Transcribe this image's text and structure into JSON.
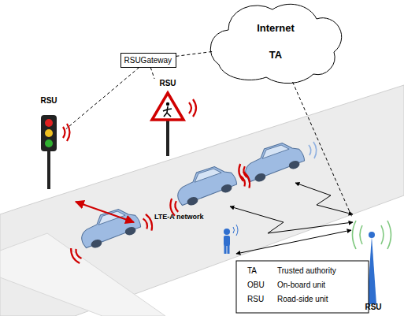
{
  "diagram": {
    "nodes": [
      {
        "text": [
          "Internet",
          "TA"
        ]
      },
      {
        "text": [
          "RSUGateway"
        ]
      },
      {
        "text": [
          "RSU"
        ]
      },
      {
        "text": [
          "RSU"
        ]
      },
      {
        "text": [
          "RSU"
        ]
      }
    ],
    "edges": [
      {
        "from": 1,
        "to": 0,
        "arrow": "none"
      },
      {
        "from": 1,
        "to": 2,
        "arrow": "none"
      },
      {
        "from": 1,
        "to": 3,
        "arrow": "none"
      },
      {
        "from": 0,
        "to": 4,
        "arrow": "none"
      }
    ],
    "labels": [
      "LTE-A network",
      "TA",
      "Trusted authority",
      "OBU",
      "On-board unit",
      "RSU",
      "Road-side unit"
    ]
  }
}
